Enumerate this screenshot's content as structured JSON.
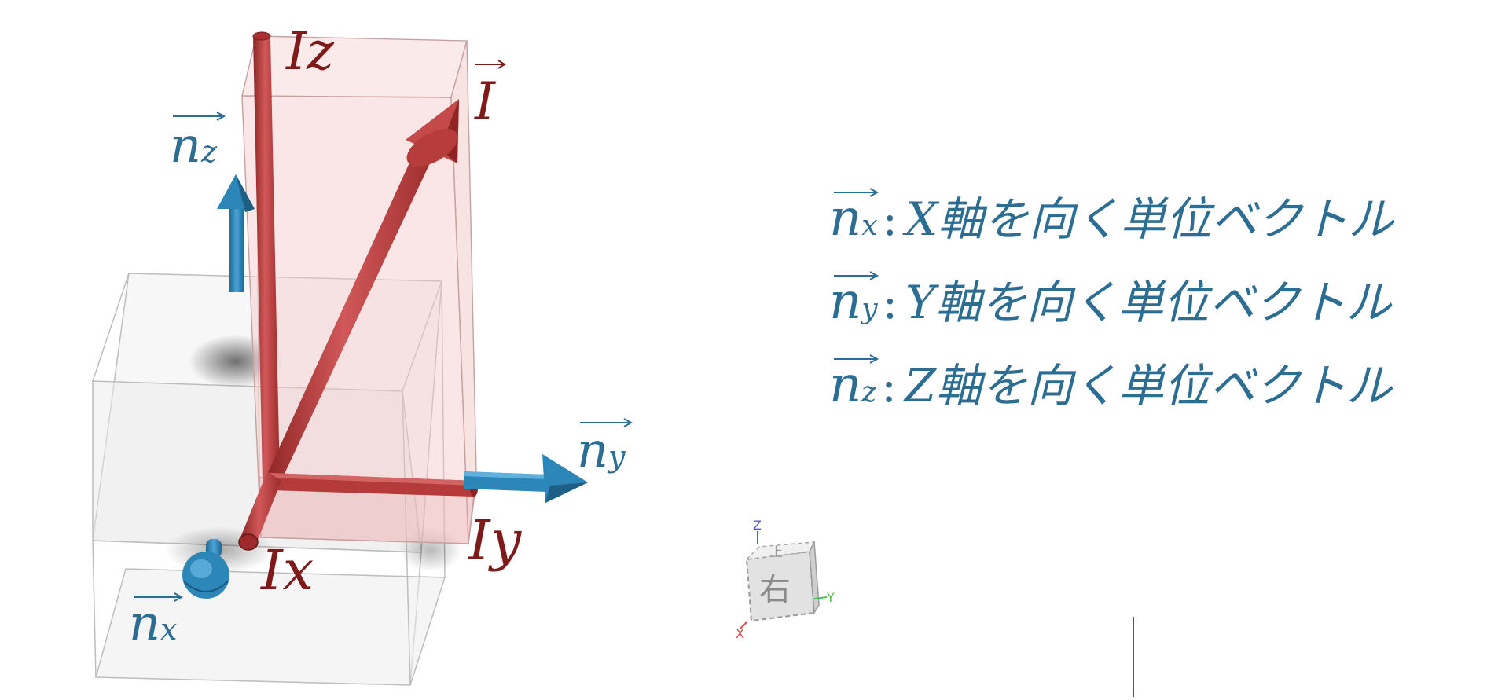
{
  "diagram": {
    "labels": {
      "iz": "Iz",
      "ix": "Ix",
      "iy": "Iy",
      "i_vec": "I",
      "nz": "n",
      "nz_sub": "z",
      "nx": "n",
      "nx_sub": "x",
      "ny": "n",
      "ny_sub": "y"
    },
    "colors": {
      "red_vector": "#b53a3a",
      "red_label": "#7f1a1a",
      "blue_vector": "#2d86b8",
      "blue_label": "#2c6d93",
      "pink_box": "#f4c7c7",
      "grey_box": "#bfbfbf"
    }
  },
  "legend": {
    "items": [
      {
        "symbol": "n",
        "sub": "x",
        "desc": "X軸を向く単位ベクトル"
      },
      {
        "symbol": "n",
        "sub": "y",
        "desc": "Y軸を向く単位ベクトル"
      },
      {
        "symbol": "n",
        "sub": "z",
        "desc": "Z軸を向く単位ベクトル"
      }
    ]
  },
  "view_cube": {
    "face_label": "右",
    "top_label": "上",
    "axis_z": "Z",
    "axis_y": "Y",
    "axis_x": "X",
    "colors": {
      "z": "#5a5ad6",
      "y": "#49c449",
      "x": "#e04a4a"
    }
  }
}
